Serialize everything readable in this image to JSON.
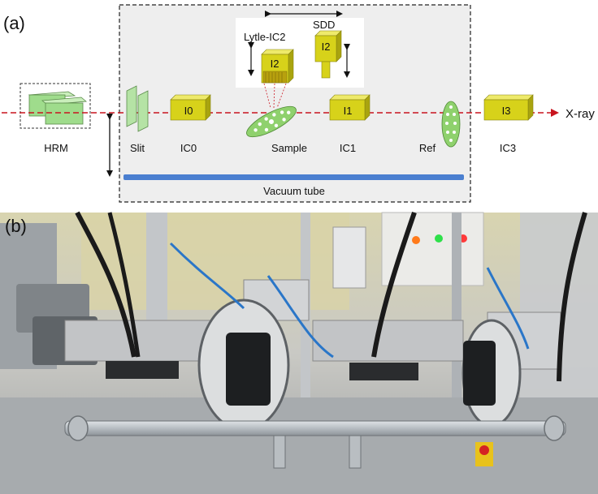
{
  "panel_a": {
    "label": "(a)",
    "beam_label": "X-ray",
    "components": {
      "hrm": "HRM",
      "slit": "Slit",
      "ic0": "IC0",
      "sample": "Sample",
      "ic1": "IC1",
      "ref": "Ref",
      "ic3": "IC3",
      "vacuum_tube": "Vacuum tube",
      "lytle": "Lytle-IC2",
      "sdd": "SDD"
    },
    "chamber_labels": {
      "i0": "I0",
      "i1": "I1",
      "i2_lytle": "I2",
      "i2_sdd": "I2",
      "i3": "I3"
    },
    "colors": {
      "chamber_front": "#d7d21a",
      "chamber_top": "#eeea6a",
      "chamber_side": "#a9a40f",
      "crystal": "#9fdc8c",
      "beam": "#c8141e",
      "vacuum_tube": "#4a7fd0",
      "box_fill": "#eeeeee"
    }
  },
  "panel_b": {
    "label": "(b)",
    "description_icon": "photo-icon"
  }
}
